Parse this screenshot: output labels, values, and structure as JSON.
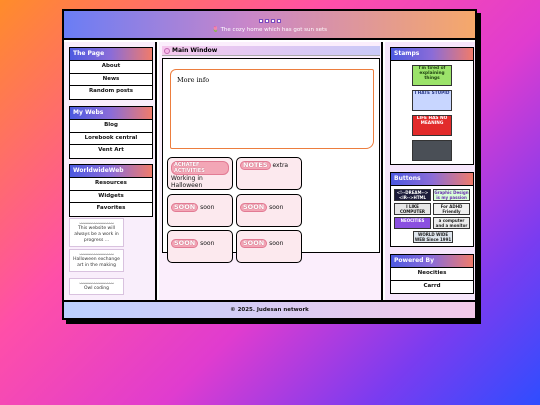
{
  "header": {
    "tagline": "🌷 The cozy home which has got sun sets"
  },
  "left": {
    "the_page": {
      "title": "The Page",
      "items": [
        "About",
        "News",
        "Random posts"
      ]
    },
    "my_webs": {
      "title": "My Webs",
      "items": [
        "Blog",
        "Lorebook central",
        "Vent Art"
      ]
    },
    "worldwide_web": {
      "title": "WorldwideWeb",
      "items": [
        "Resources",
        "Widgets",
        "Favorites"
      ]
    },
    "notes": [
      {
        "zigzag": "ᴗᴗᴗᴗᴗᴗᴗᴗᴗᴗᴗᴗᴗᴗᴗᴗ",
        "text": "This website will always be a work in progress ..."
      },
      {
        "zigzag": "ᴗᴗᴗᴗᴗᴗᴗᴗᴗᴗᴗᴗᴗᴗᴗᴗ",
        "text": "Halloween exchange art in the making"
      },
      {
        "zigzag": "ᴗᴗᴗᴗᴗᴗᴗᴗᴗᴗᴗᴗᴗᴗᴗᴗ",
        "text": "Owl coding"
      }
    ]
  },
  "main": {
    "title": "Main Window",
    "info_text": "More info",
    "cards": [
      {
        "bubble": "ACHATEF ACTIVITIES",
        "text": "Working in Halloween"
      },
      {
        "bubble": "NOTES",
        "text": "extra"
      },
      {
        "bubble": "SOON",
        "text": "soon"
      },
      {
        "bubble": "SOON",
        "text": "soon"
      },
      {
        "bubble": "SOON",
        "text": "soon"
      },
      {
        "bubble": "SOON",
        "text": "soon"
      }
    ]
  },
  "right": {
    "stamps": {
      "title": "Stamps",
      "items": [
        {
          "text": "I'm tired of explaining things",
          "bg": "#9be36a",
          "fg": "#1b3d0f"
        },
        {
          "text": "I HATE STUPID",
          "bg": "#c8d6ff",
          "fg": "#2a3a8a"
        },
        {
          "text": "LIFE HAS NO MEANING",
          "bg": "#e22b2b",
          "fg": "#ffffff"
        },
        {
          "text": "",
          "bg": "#4a4f56",
          "fg": "#ffffff"
        }
      ]
    },
    "buttons": {
      "title": "Buttons",
      "items": [
        {
          "text": "<!--DREAM--> <IR-->HTML",
          "bg": "#1b1b3a",
          "fg": "#ffffff"
        },
        {
          "text": "Graphic Design is my passion",
          "bg": "#d9ffd9",
          "fg": "#6a2fb0"
        },
        {
          "text": "I LIKE COMPUTER",
          "bg": "#e6e6e6",
          "fg": "#111111"
        },
        {
          "text": "For ADHD Friendly",
          "bg": "#f0f0f0",
          "fg": "#222222"
        },
        {
          "text": "NEOCITIES",
          "bg": "#8a4fe0",
          "fg": "#ffffff"
        },
        {
          "text": "a computer and a monitor",
          "bg": "#ececec",
          "fg": "#222222"
        },
        {
          "text": "WORLD WIDE WEB Since 1991",
          "bg": "#dfe6ee",
          "fg": "#222222"
        }
      ]
    },
    "powered_by": {
      "title": "Powered By",
      "items": [
        "Neocities",
        "Carrd"
      ]
    }
  },
  "footer": {
    "text": "© 2025. Judesan network"
  },
  "colors": {
    "accent_orange": "#ec7d3e",
    "card_pink": "#fce9ee",
    "bubble_pink": "#f3a6b6"
  }
}
